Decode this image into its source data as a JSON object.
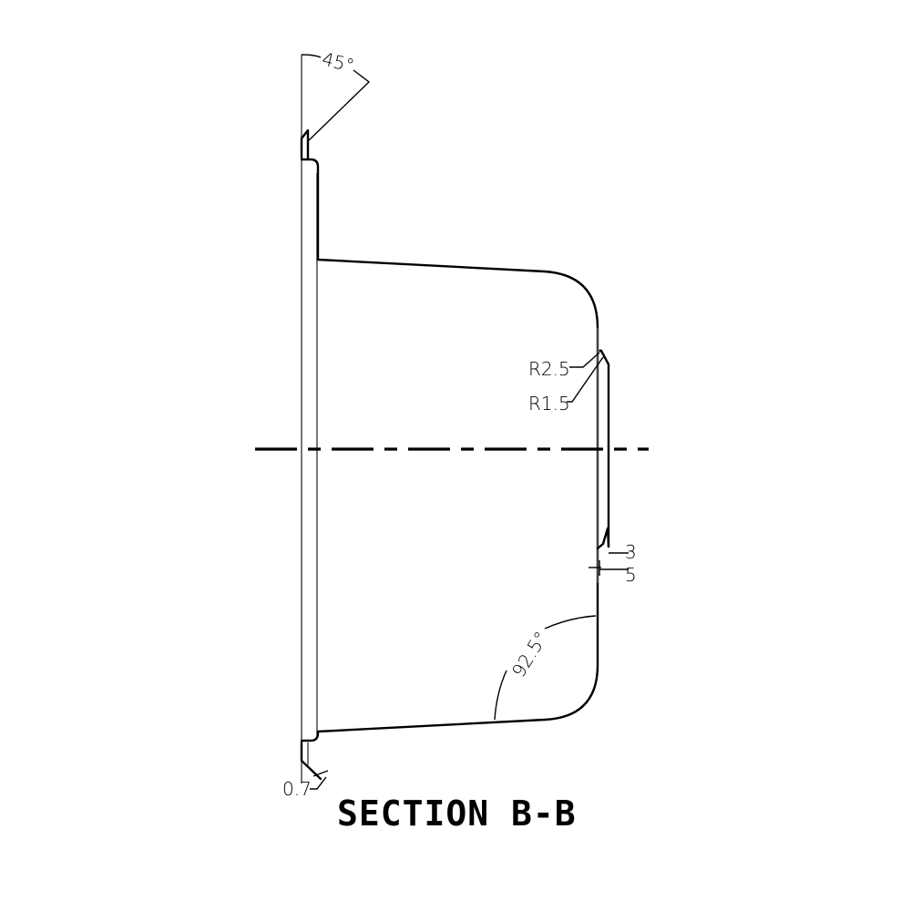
{
  "drawing": {
    "title": "SECTION B-B",
    "annotations": {
      "chamfer_angle": "45°",
      "radius_outer": "R2.5",
      "radius_inner": "R1.5",
      "wall_angle": "92.5°",
      "thickness": "0.7",
      "dim_upper": "3",
      "dim_lower": "5"
    }
  }
}
